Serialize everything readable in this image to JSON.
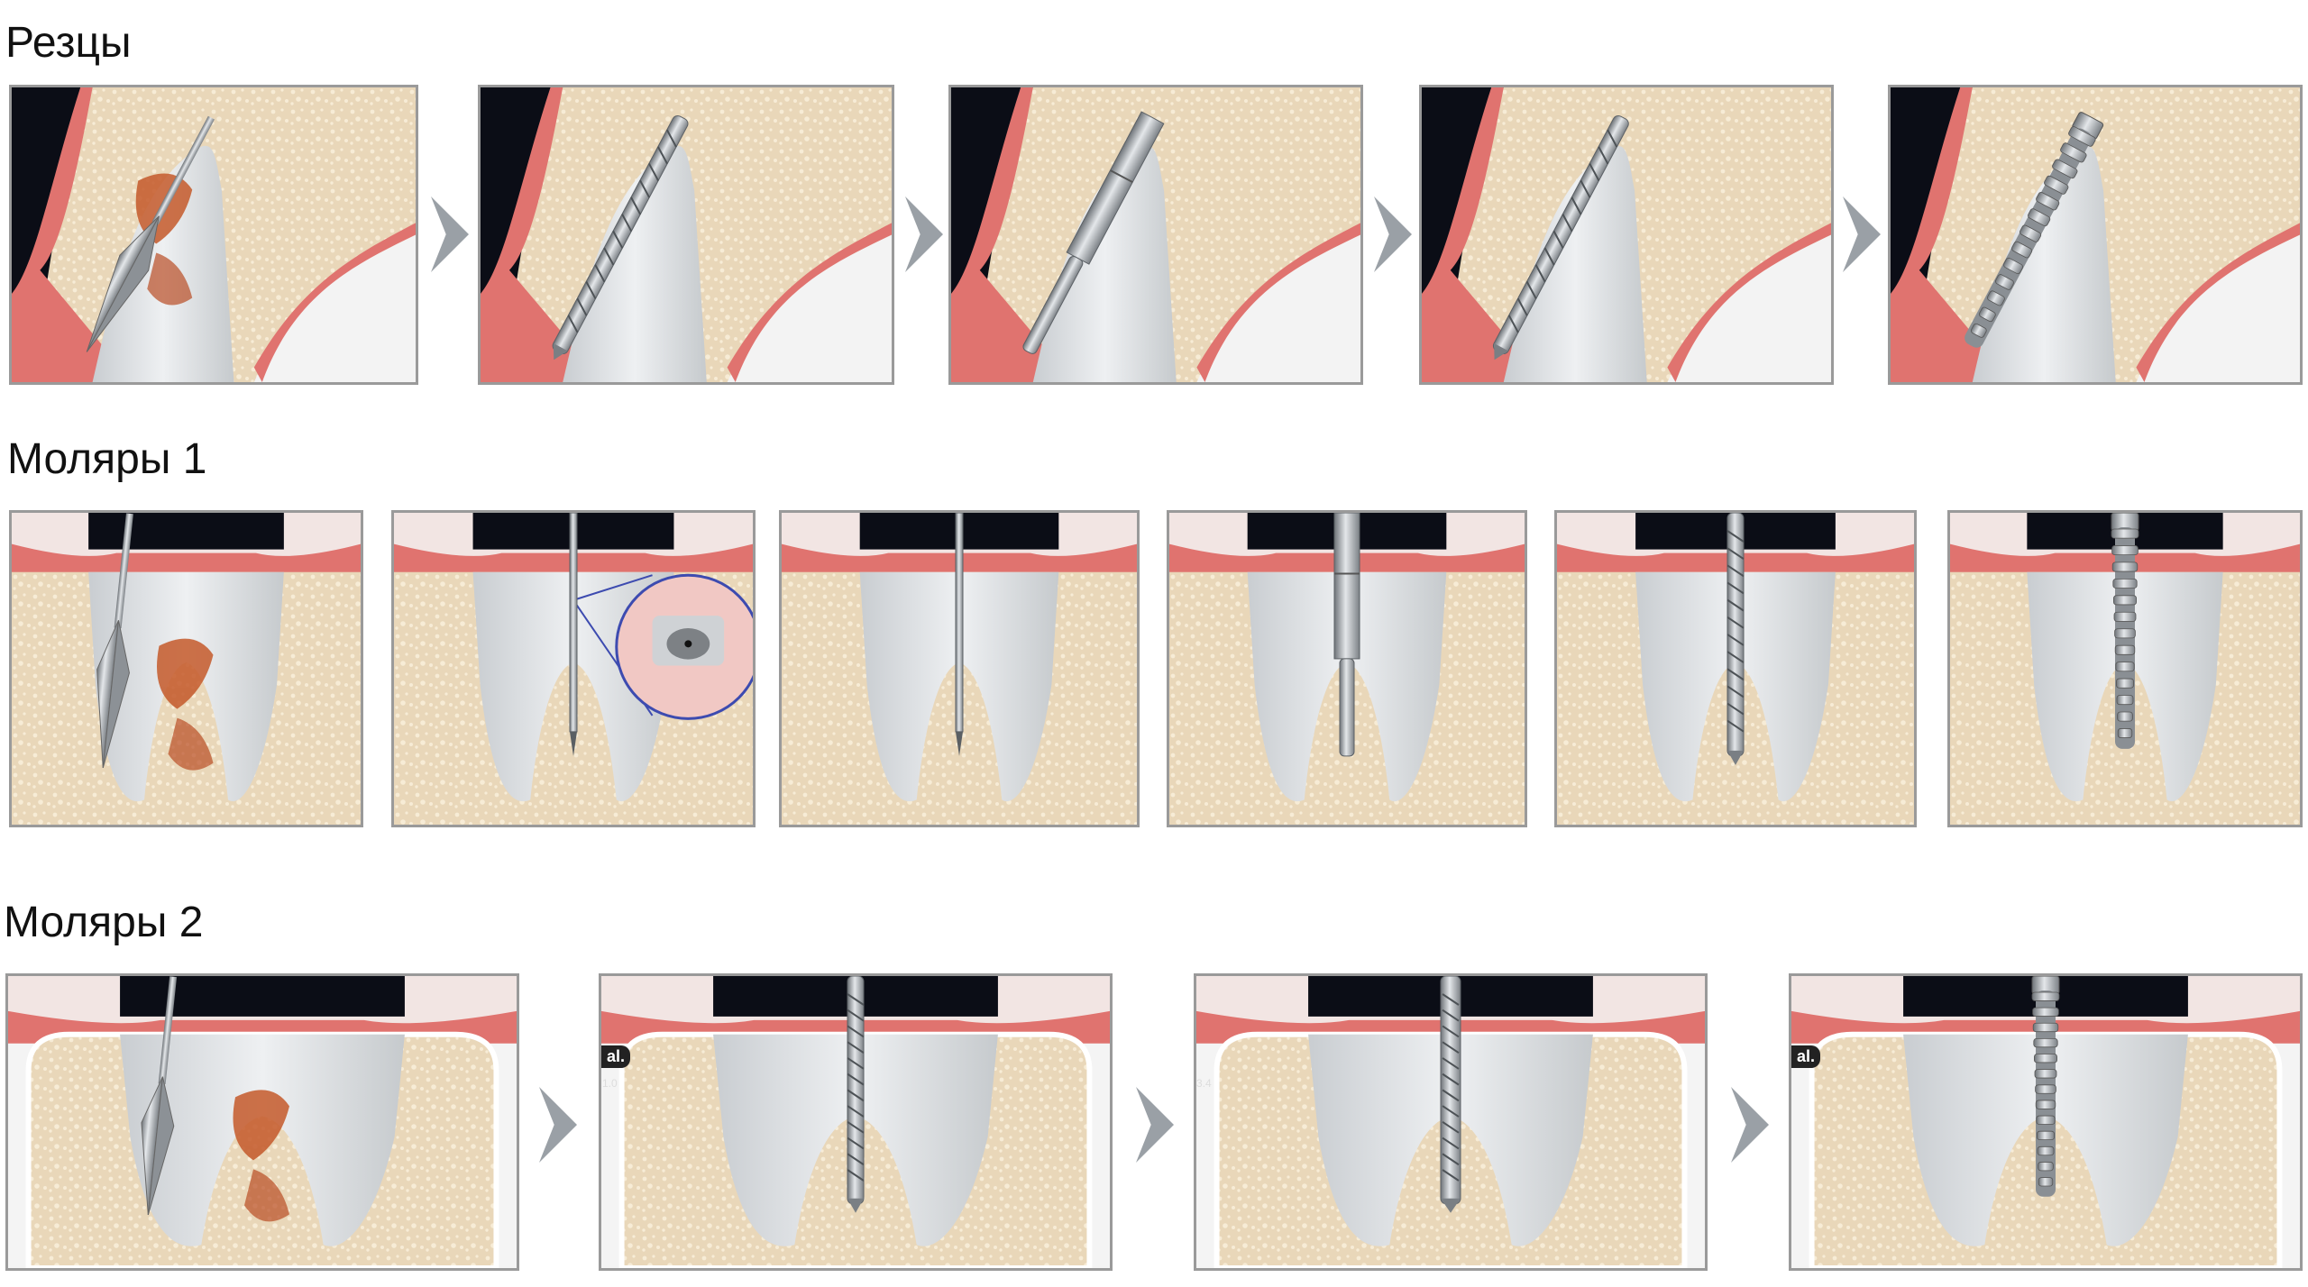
{
  "rows": [
    {
      "title": "Резцы",
      "kind": "incisor",
      "steps": [
        {
          "tool": "cone-bur",
          "infected": true
        },
        {
          "tool": "stepped-drill",
          "infected": false
        },
        {
          "tool": "osteotome",
          "infected": false
        },
        {
          "tool": "twist-drill",
          "infected": false
        },
        {
          "tool": "implant",
          "infected": false
        }
      ],
      "arrows": [
        true,
        true,
        true,
        true
      ]
    },
    {
      "title": "Моляры 1",
      "kind": "molar",
      "steps": [
        {
          "tool": "cone-bur",
          "infected": true
        },
        {
          "tool": "pilot-needle",
          "infected": false,
          "inset": true
        },
        {
          "tool": "needle-drill",
          "infected": false
        },
        {
          "tool": "pilot-rod",
          "infected": false
        },
        {
          "tool": "twist-drill",
          "infected": false
        },
        {
          "tool": "implant",
          "infected": false
        }
      ],
      "arrows": [
        false,
        false,
        false,
        false,
        false
      ]
    },
    {
      "title": "Моляры 2",
      "kind": "molar2",
      "steps": [
        {
          "tool": "cone-bur",
          "infected": true
        },
        {
          "tool": "depth-drill",
          "infected": false,
          "tag": "al.",
          "small": "1.0"
        },
        {
          "tool": "screw-tap",
          "infected": false,
          "small": "3.4"
        },
        {
          "tool": "implant",
          "infected": false,
          "tag": "al."
        }
      ],
      "arrows": [
        true,
        true,
        true
      ]
    }
  ],
  "colors": {
    "bone": "#e9d7b9",
    "bone_dot": "#f7ecd6",
    "gum": "#e0736f",
    "gum_light": "#f2a6a0",
    "socket": "#d9dcdf",
    "dark": "#0b0d16",
    "metal": "#9ea3a8",
    "infection": "#c4592a",
    "arrow": "#9aa0a6"
  }
}
